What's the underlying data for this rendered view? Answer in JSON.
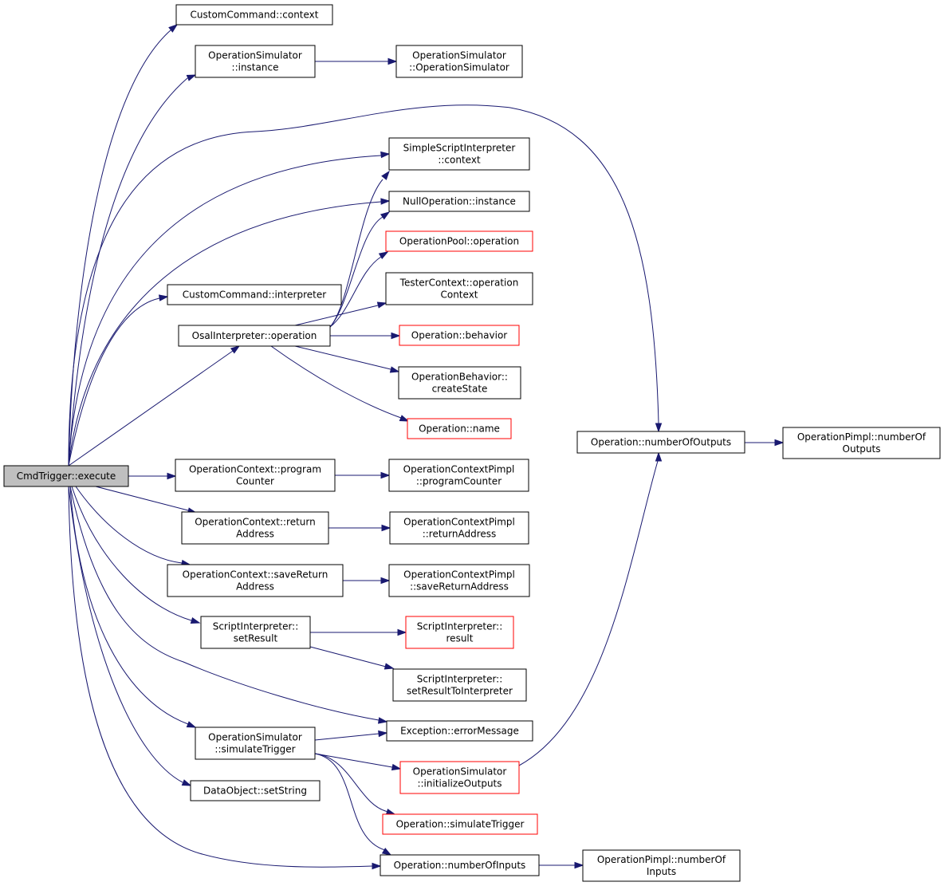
{
  "colors": {
    "edge": "#191970",
    "root_fill": "#bfbfbf",
    "border_black": "#000000",
    "border_red": "#ff0000"
  },
  "nodes": {
    "root": [
      "CmdTrigger::execute"
    ],
    "cc_context": [
      "CustomCommand::context"
    ],
    "os_instance": [
      "OperationSimulator",
      "::instance"
    ],
    "os_ctor": [
      "OperationSimulator",
      "::OperationSimulator"
    ],
    "ssi_context": [
      "SimpleScriptInterpreter",
      "::context"
    ],
    "nullop": [
      "NullOperation::instance"
    ],
    "oppool": [
      "OperationPool::operation"
    ],
    "tester": [
      "TesterContext::operation",
      "Context"
    ],
    "cc_interp": [
      "CustomCommand::interpreter"
    ],
    "osal_op": [
      "OsalInterpreter::operation"
    ],
    "op_behavior": [
      "Operation::behavior"
    ],
    "ob_create": [
      "OperationBehavior::",
      "createState"
    ],
    "op_name": [
      "Operation::name"
    ],
    "op_nout": [
      "Operation::numberOfOutputs"
    ],
    "opimpl_nout": [
      "OperationPimpl::numberOf",
      "Outputs"
    ],
    "oc_pc": [
      "OperationContext::program",
      "Counter"
    ],
    "ocp_pc": [
      "OperationContextPimpl",
      "::programCounter"
    ],
    "oc_ret": [
      "OperationContext::return",
      "Address"
    ],
    "ocp_ret": [
      "OperationContextPimpl",
      "::returnAddress"
    ],
    "oc_save": [
      "OperationContext::saveReturn",
      "Address"
    ],
    "ocp_save": [
      "OperationContextPimpl",
      "::saveReturnAddress"
    ],
    "si_set": [
      "ScriptInterpreter::",
      "setResult"
    ],
    "si_result": [
      "ScriptInterpreter::",
      "result"
    ],
    "si_setres": [
      "ScriptInterpreter::",
      "setResultToInterpreter"
    ],
    "os_sim": [
      "OperationSimulator",
      "::simulateTrigger"
    ],
    "exc": [
      "Exception::errorMessage"
    ],
    "os_init": [
      "OperationSimulator",
      "::initializeOutputs"
    ],
    "op_sim": [
      "Operation::simulateTrigger"
    ],
    "do_set": [
      "DataObject::setString"
    ],
    "op_nin": [
      "Operation::numberOfInputs"
    ],
    "opimpl_nin": [
      "OperationPimpl::numberOf",
      "Inputs"
    ]
  },
  "red_nodes": [
    "oppool",
    "op_behavior",
    "op_name",
    "si_result",
    "os_init",
    "op_sim"
  ],
  "root_node": "root",
  "edges": [
    [
      "root",
      "cc_context"
    ],
    [
      "root",
      "os_instance"
    ],
    [
      "os_instance",
      "os_ctor"
    ],
    [
      "root",
      "op_nout"
    ],
    [
      "root",
      "ssi_context"
    ],
    [
      "root",
      "nullop"
    ],
    [
      "root",
      "cc_interp"
    ],
    [
      "root",
      "osal_op"
    ],
    [
      "osal_op",
      "ssi_context"
    ],
    [
      "osal_op",
      "nullop"
    ],
    [
      "osal_op",
      "oppool"
    ],
    [
      "osal_op",
      "tester"
    ],
    [
      "osal_op",
      "op_behavior"
    ],
    [
      "osal_op",
      "ob_create"
    ],
    [
      "osal_op",
      "op_name"
    ],
    [
      "op_nout",
      "opimpl_nout"
    ],
    [
      "root",
      "oc_pc"
    ],
    [
      "oc_pc",
      "ocp_pc"
    ],
    [
      "root",
      "oc_ret"
    ],
    [
      "oc_ret",
      "ocp_ret"
    ],
    [
      "root",
      "oc_save"
    ],
    [
      "oc_save",
      "ocp_save"
    ],
    [
      "root",
      "si_set"
    ],
    [
      "si_set",
      "si_result"
    ],
    [
      "si_set",
      "si_setres"
    ],
    [
      "root",
      "exc"
    ],
    [
      "root",
      "os_sim"
    ],
    [
      "os_sim",
      "exc"
    ],
    [
      "os_sim",
      "os_init"
    ],
    [
      "os_sim",
      "op_sim"
    ],
    [
      "os_sim",
      "op_nin"
    ],
    [
      "os_init",
      "op_nout"
    ],
    [
      "root",
      "do_set"
    ],
    [
      "root",
      "op_nin"
    ],
    [
      "op_nin",
      "opimpl_nin"
    ]
  ]
}
